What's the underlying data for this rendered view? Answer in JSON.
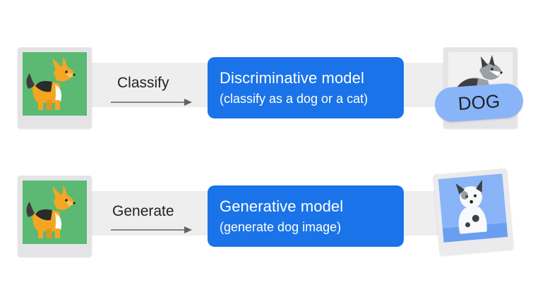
{
  "rows": [
    {
      "verb": "Classify",
      "model_title": "Discriminative model",
      "model_subtitle": "(classify as a dog or a cat)",
      "output_label": "DOG"
    },
    {
      "verb": "Generate",
      "model_title": "Generative model",
      "model_subtitle": "(generate dog image)"
    }
  ],
  "colors": {
    "model_box": "#1a73e8",
    "output_pill": "#8ab4f8",
    "band": "#eeeeef",
    "photo_green": "#5bb974",
    "photo_blue": "#8ab4f8"
  },
  "icons": {
    "input_image": "corgi-dog-icon",
    "classified_image": "husky-dog-icon",
    "generated_image": "spotted-dog-icon",
    "flow_arrow": "arrow-right-icon"
  }
}
